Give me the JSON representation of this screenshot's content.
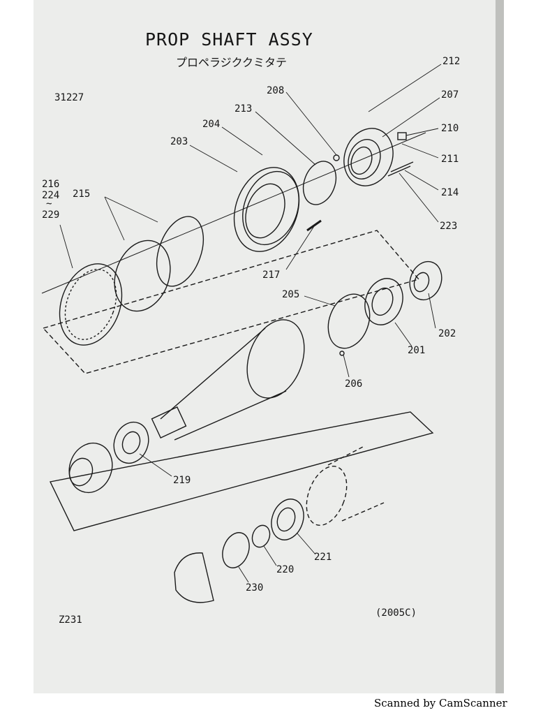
{
  "document": {
    "title": "PROP SHAFT ASSY",
    "subtitle": "プロペラジククミタテ",
    "group_code": "31227",
    "page_code": "Z231",
    "revision": "(2005C)"
  },
  "callouts": [
    "212",
    "207",
    "208",
    "210",
    "213",
    "204",
    "211",
    "203",
    "214",
    "216",
    "224",
    "~",
    "229",
    "215",
    "223",
    "217",
    "205",
    "202",
    "201",
    "206",
    "219",
    "221",
    "220",
    "230"
  ],
  "footer": "Scanned by CamScanner"
}
